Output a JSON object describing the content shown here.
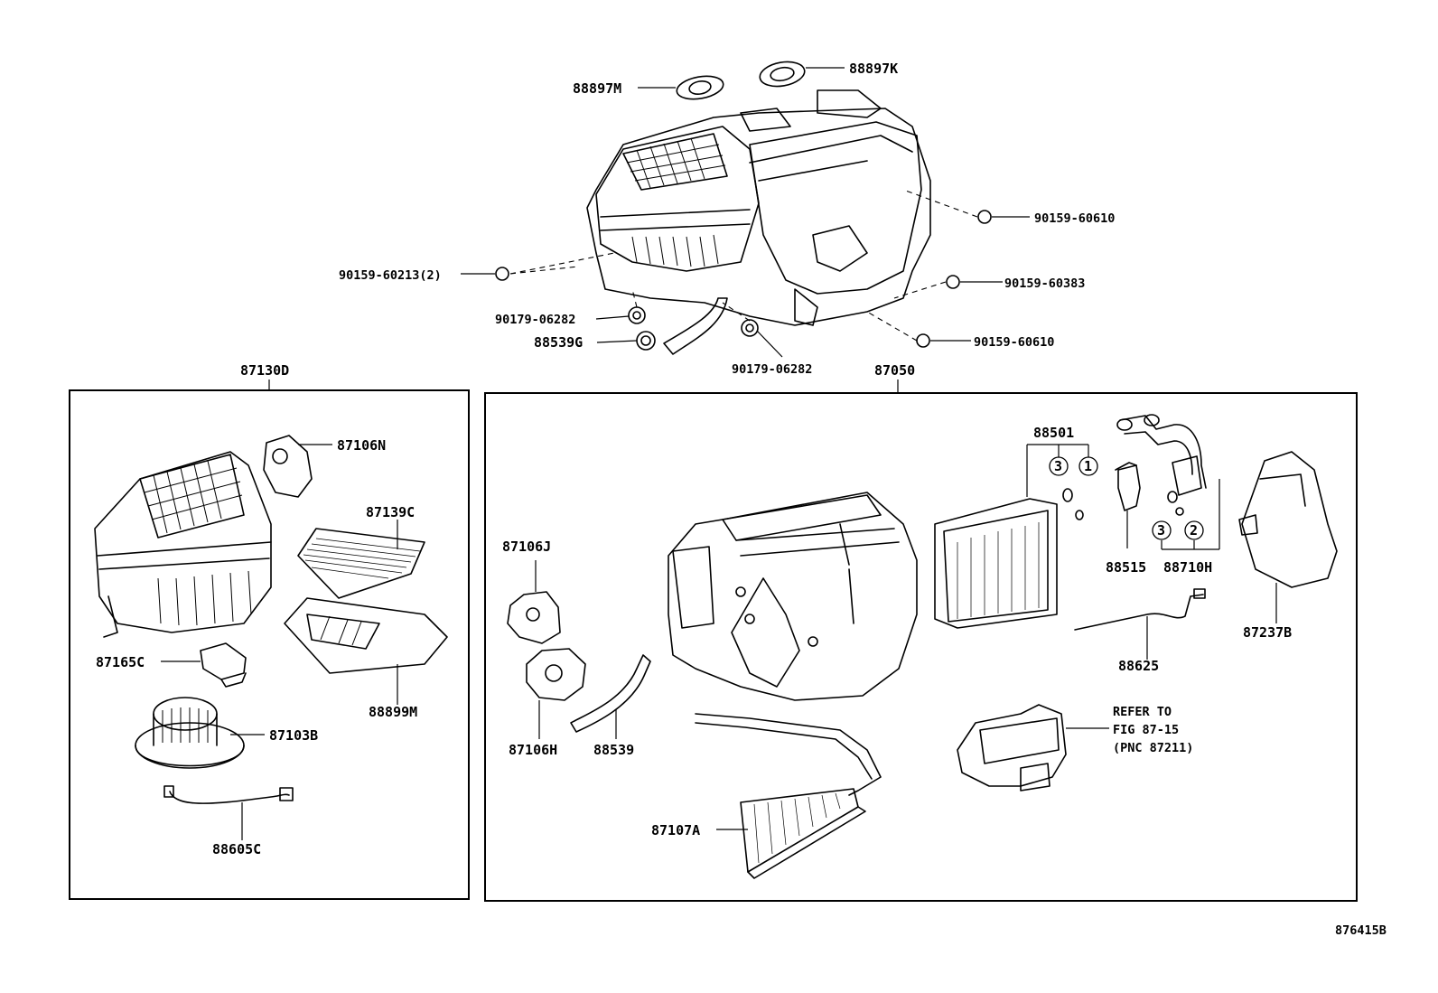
{
  "diagram": {
    "figure_id": "876415B",
    "assembly_labels": {
      "group_left": "87130D",
      "group_right": "87050"
    },
    "top_parts": {
      "grommet_m": "88897M",
      "grommet_k": "88897K",
      "screw_upper_right": "90159-60610",
      "screw_left": "90159-60213(2)",
      "screw_right_mid": "90159-60383",
      "nut_left": "90179-06282",
      "drain_hose_grommet": "88539G",
      "screw_lower_right": "90159-60610",
      "nut_bottom": "90179-06282"
    },
    "left_box_parts": {
      "servo_n": "87106N",
      "filter_c": "87139C",
      "resistor": "87165C",
      "filter_cover": "88899M",
      "blower_motor": "87103B",
      "wire_harness": "88605C"
    },
    "right_box_parts": {
      "evaporator_kit": "88501",
      "servo_j": "87106J",
      "expansion_valve": "88515",
      "pipe_kit": "88710H",
      "duct": "87237B",
      "thermistor": "88625",
      "servo_h": "87106H",
      "drain_hose": "88539",
      "heater_core": "87107A",
      "refer_line1": "REFER TO",
      "refer_line2": "FIG 87-15",
      "refer_line3": "(PNC 87211)"
    },
    "circled_numbers": {
      "c1": "3",
      "c2": "1",
      "c3": "3",
      "c4": "2"
    }
  }
}
